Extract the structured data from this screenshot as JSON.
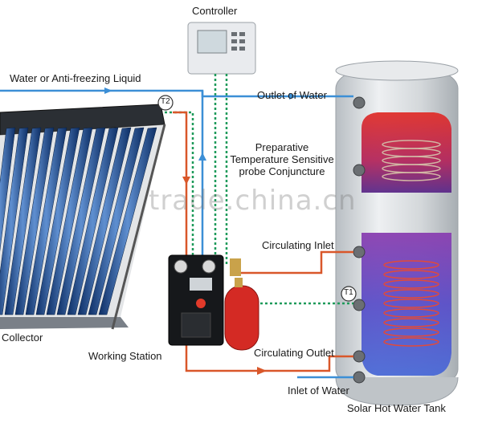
{
  "labels": {
    "controller": "Controller",
    "water_liquid": "Water or Anti-freezing Liquid",
    "outlet_water": "Outlet of Water",
    "probe_line1": "Preparative",
    "probe_line2": "Temperature Sensitive",
    "probe_line3": "probe Conjuncture",
    "circ_inlet": "Circulating Inlet",
    "collector": "Collector",
    "working_station": "Working Station",
    "circ_outlet": "Circulating Outlet",
    "inlet_water": "Inlet of Water",
    "tank": "Solar Hot Water Tank",
    "t2": "T2",
    "t1": "T1",
    "watermark": "trade.china.cn"
  },
  "colors": {
    "hot_pipe": "#d9572a",
    "cold_pipe": "#3c8fd6",
    "signal": "#1e9a5a",
    "tank_body": "#d6dadd",
    "coil": "#d23a2a"
  }
}
